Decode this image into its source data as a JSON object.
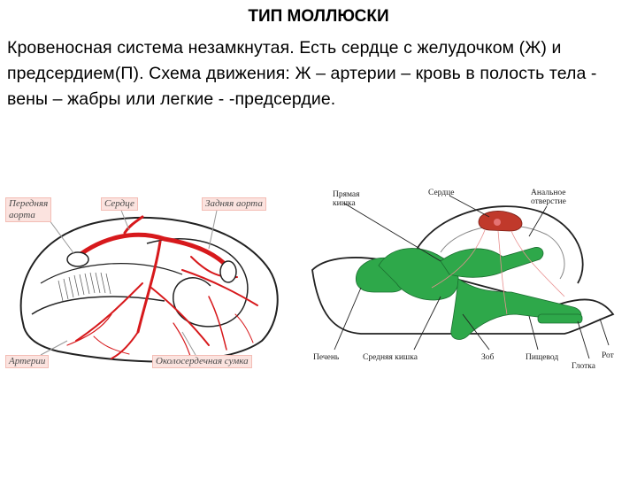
{
  "title": "ТИП МОЛЛЮСКИ",
  "paragraph": "Кровеносная система незамкнутая. Есть сердце с желудочком (Ж) и предсердием(П). Схема движения: Ж – артерии –  кровь в полость тела - вены – жабры или легкие - -предсердие.",
  "figure1": {
    "labels": {
      "front_aorta_1": "Передняя",
      "front_aorta_2": "аорта",
      "heart": "Сердце",
      "rear_aorta": "Задняя аорта",
      "arteries": "Артерии",
      "pericardial_sac": "Околосердечная сумка"
    },
    "colors": {
      "vessel": "#d7191c",
      "label_bg": "#fbe3df"
    }
  },
  "figure2": {
    "labels": {
      "rectum_1": "Прямая",
      "rectum_2": "кишка",
      "heart": "Сердце",
      "anus_1": "Анальное",
      "anus_2": "отверстие",
      "liver": "Печень",
      "midgut": "Средняя кишка",
      "crop": "Зоб",
      "esophagus": "Пищевод",
      "mouth": "Рот",
      "pharynx": "Глотка"
    },
    "colors": {
      "digestive": "#2ea84a",
      "heart": "#c0392b"
    }
  }
}
